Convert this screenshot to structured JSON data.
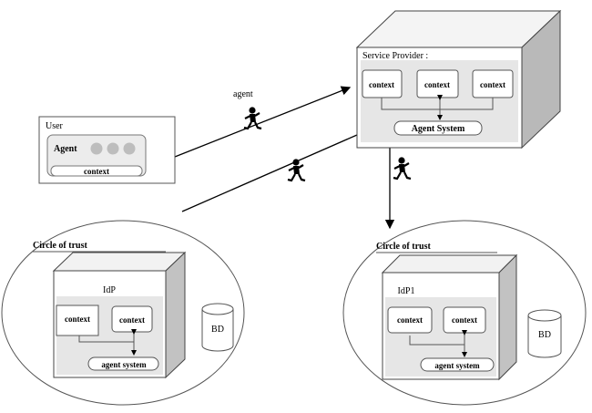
{
  "agent_label": "agent",
  "user": {
    "title": "User",
    "agent": "Agent",
    "context": "context"
  },
  "service_provider": {
    "title": "Service Provider :",
    "contexts": [
      "context",
      "context",
      "context"
    ],
    "system": "Agent System"
  },
  "circle_left": {
    "label": "Circle of trust",
    "idp": "IdP",
    "contexts": [
      "context",
      "context"
    ],
    "system": "agent system",
    "db": "BD"
  },
  "circle_right": {
    "label": "Circle of trust",
    "idp": "IdP1",
    "contexts": [
      "context",
      "context"
    ],
    "system": "agent system",
    "db": "BD"
  },
  "icons": [
    "running-agent-icon"
  ]
}
